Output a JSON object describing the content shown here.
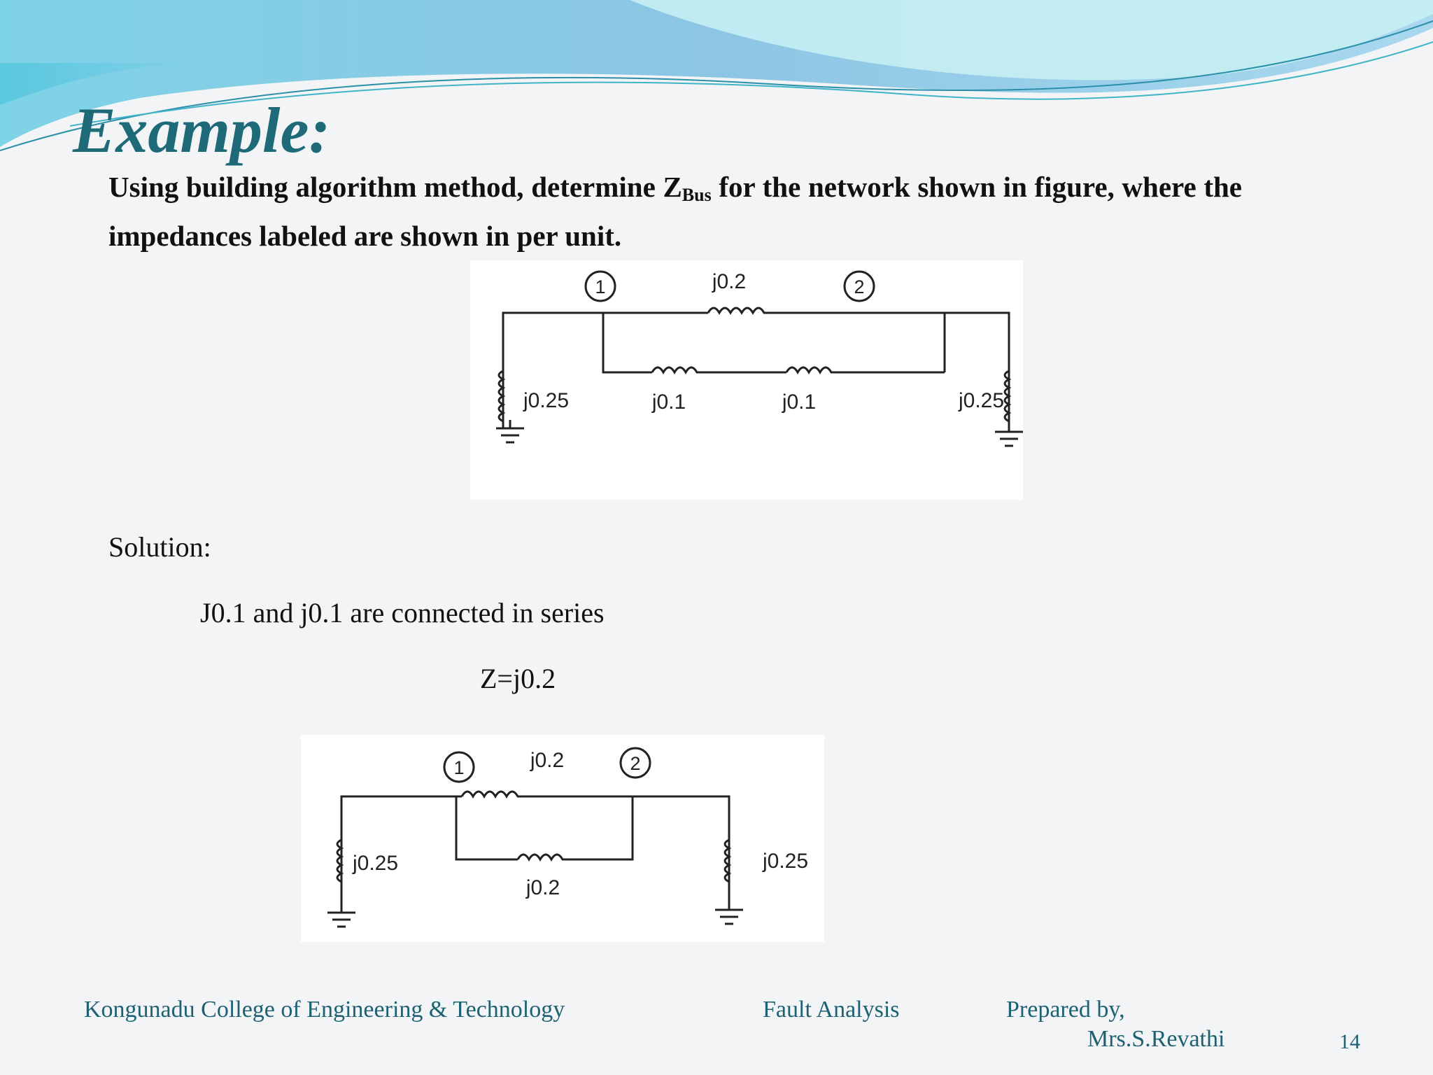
{
  "title": "Example:",
  "problem": {
    "part1": "Using building algorithm method, determine Z",
    "sub": "Bus",
    "part2": " for the network shown in figure, where the impedances labeled are shown in per unit."
  },
  "figure1": {
    "node1": "1",
    "node2": "2",
    "top_impedance": "j0.2",
    "left_impedance": "j0.25",
    "right_impedance": "j0.25",
    "mid_left_impedance": "j0.1",
    "mid_right_impedance": "j0.1"
  },
  "solution_label": "Solution:",
  "series_text": "J0.1 and j0.1 are connected in series",
  "z_equation": "Z=j0.2",
  "figure2": {
    "node1": "1",
    "node2": "2",
    "top_impedance": "j0.2",
    "left_impedance": "j0.25",
    "right_impedance": "j0.25",
    "bottom_impedance": "j0.2"
  },
  "footer": {
    "college": "Kongunadu College of Engineering & Technology",
    "topic": "Fault Analysis",
    "prepared_by": "Prepared by,",
    "author": "Mrs.S.Revathi",
    "page_number": "14"
  },
  "colors": {
    "title": "#1f6a78",
    "footer": "#1d6173",
    "wave_light": "#b9e6ee",
    "wave_mid": "#6cc8dc",
    "wave_dark": "#4aa6c8"
  }
}
